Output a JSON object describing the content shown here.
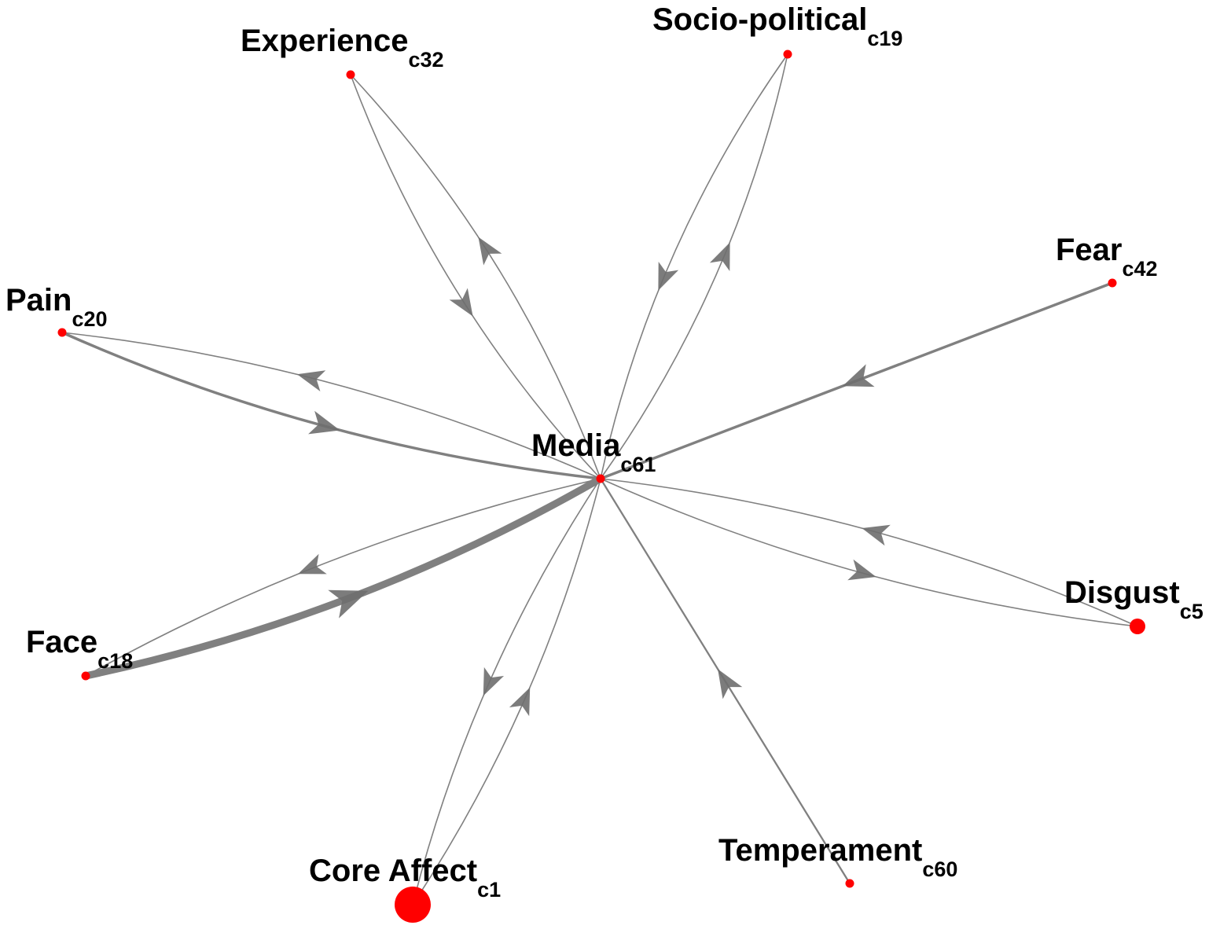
{
  "colors": {
    "node": "#ff0000",
    "edge": "#808080",
    "arrow": "#6e6e6e",
    "text": "#000000",
    "background": "#ffffff"
  },
  "nodes": [
    {
      "id": "media",
      "name": "Media",
      "code": "c61",
      "size": "small"
    },
    {
      "id": "experience",
      "name": "Experience",
      "code": "c32",
      "size": "small"
    },
    {
      "id": "sociopolitical",
      "name": "Socio-political",
      "code": "c19",
      "size": "small"
    },
    {
      "id": "fear",
      "name": "Fear",
      "code": "c42",
      "size": "small"
    },
    {
      "id": "pain",
      "name": "Pain",
      "code": "c20",
      "size": "small"
    },
    {
      "id": "disgust",
      "name": "Disgust",
      "code": "c5",
      "size": "medium"
    },
    {
      "id": "face",
      "name": "Face",
      "code": "c18",
      "size": "small"
    },
    {
      "id": "temperament",
      "name": "Temperament",
      "code": "c60",
      "size": "small"
    },
    {
      "id": "coreaffect",
      "name": "Core Affect",
      "code": "c1",
      "size": "large"
    }
  ],
  "edges": [
    {
      "source": "media",
      "target": "experience",
      "weight": 1
    },
    {
      "source": "experience",
      "target": "media",
      "weight": 1
    },
    {
      "source": "media",
      "target": "sociopolitical",
      "weight": 1
    },
    {
      "source": "sociopolitical",
      "target": "media",
      "weight": 1
    },
    {
      "source": "fear",
      "target": "media",
      "weight": 3
    },
    {
      "source": "media",
      "target": "pain",
      "weight": 1
    },
    {
      "source": "pain",
      "target": "media",
      "weight": 3
    },
    {
      "source": "disgust",
      "target": "media",
      "weight": 1
    },
    {
      "source": "media",
      "target": "disgust",
      "weight": 1
    },
    {
      "source": "media",
      "target": "face",
      "weight": 1
    },
    {
      "source": "face",
      "target": "media",
      "weight": 8
    },
    {
      "source": "temperament",
      "target": "media",
      "weight": 2
    },
    {
      "source": "media",
      "target": "coreaffect",
      "weight": 1
    },
    {
      "source": "coreaffect",
      "target": "media",
      "weight": 1
    }
  ]
}
